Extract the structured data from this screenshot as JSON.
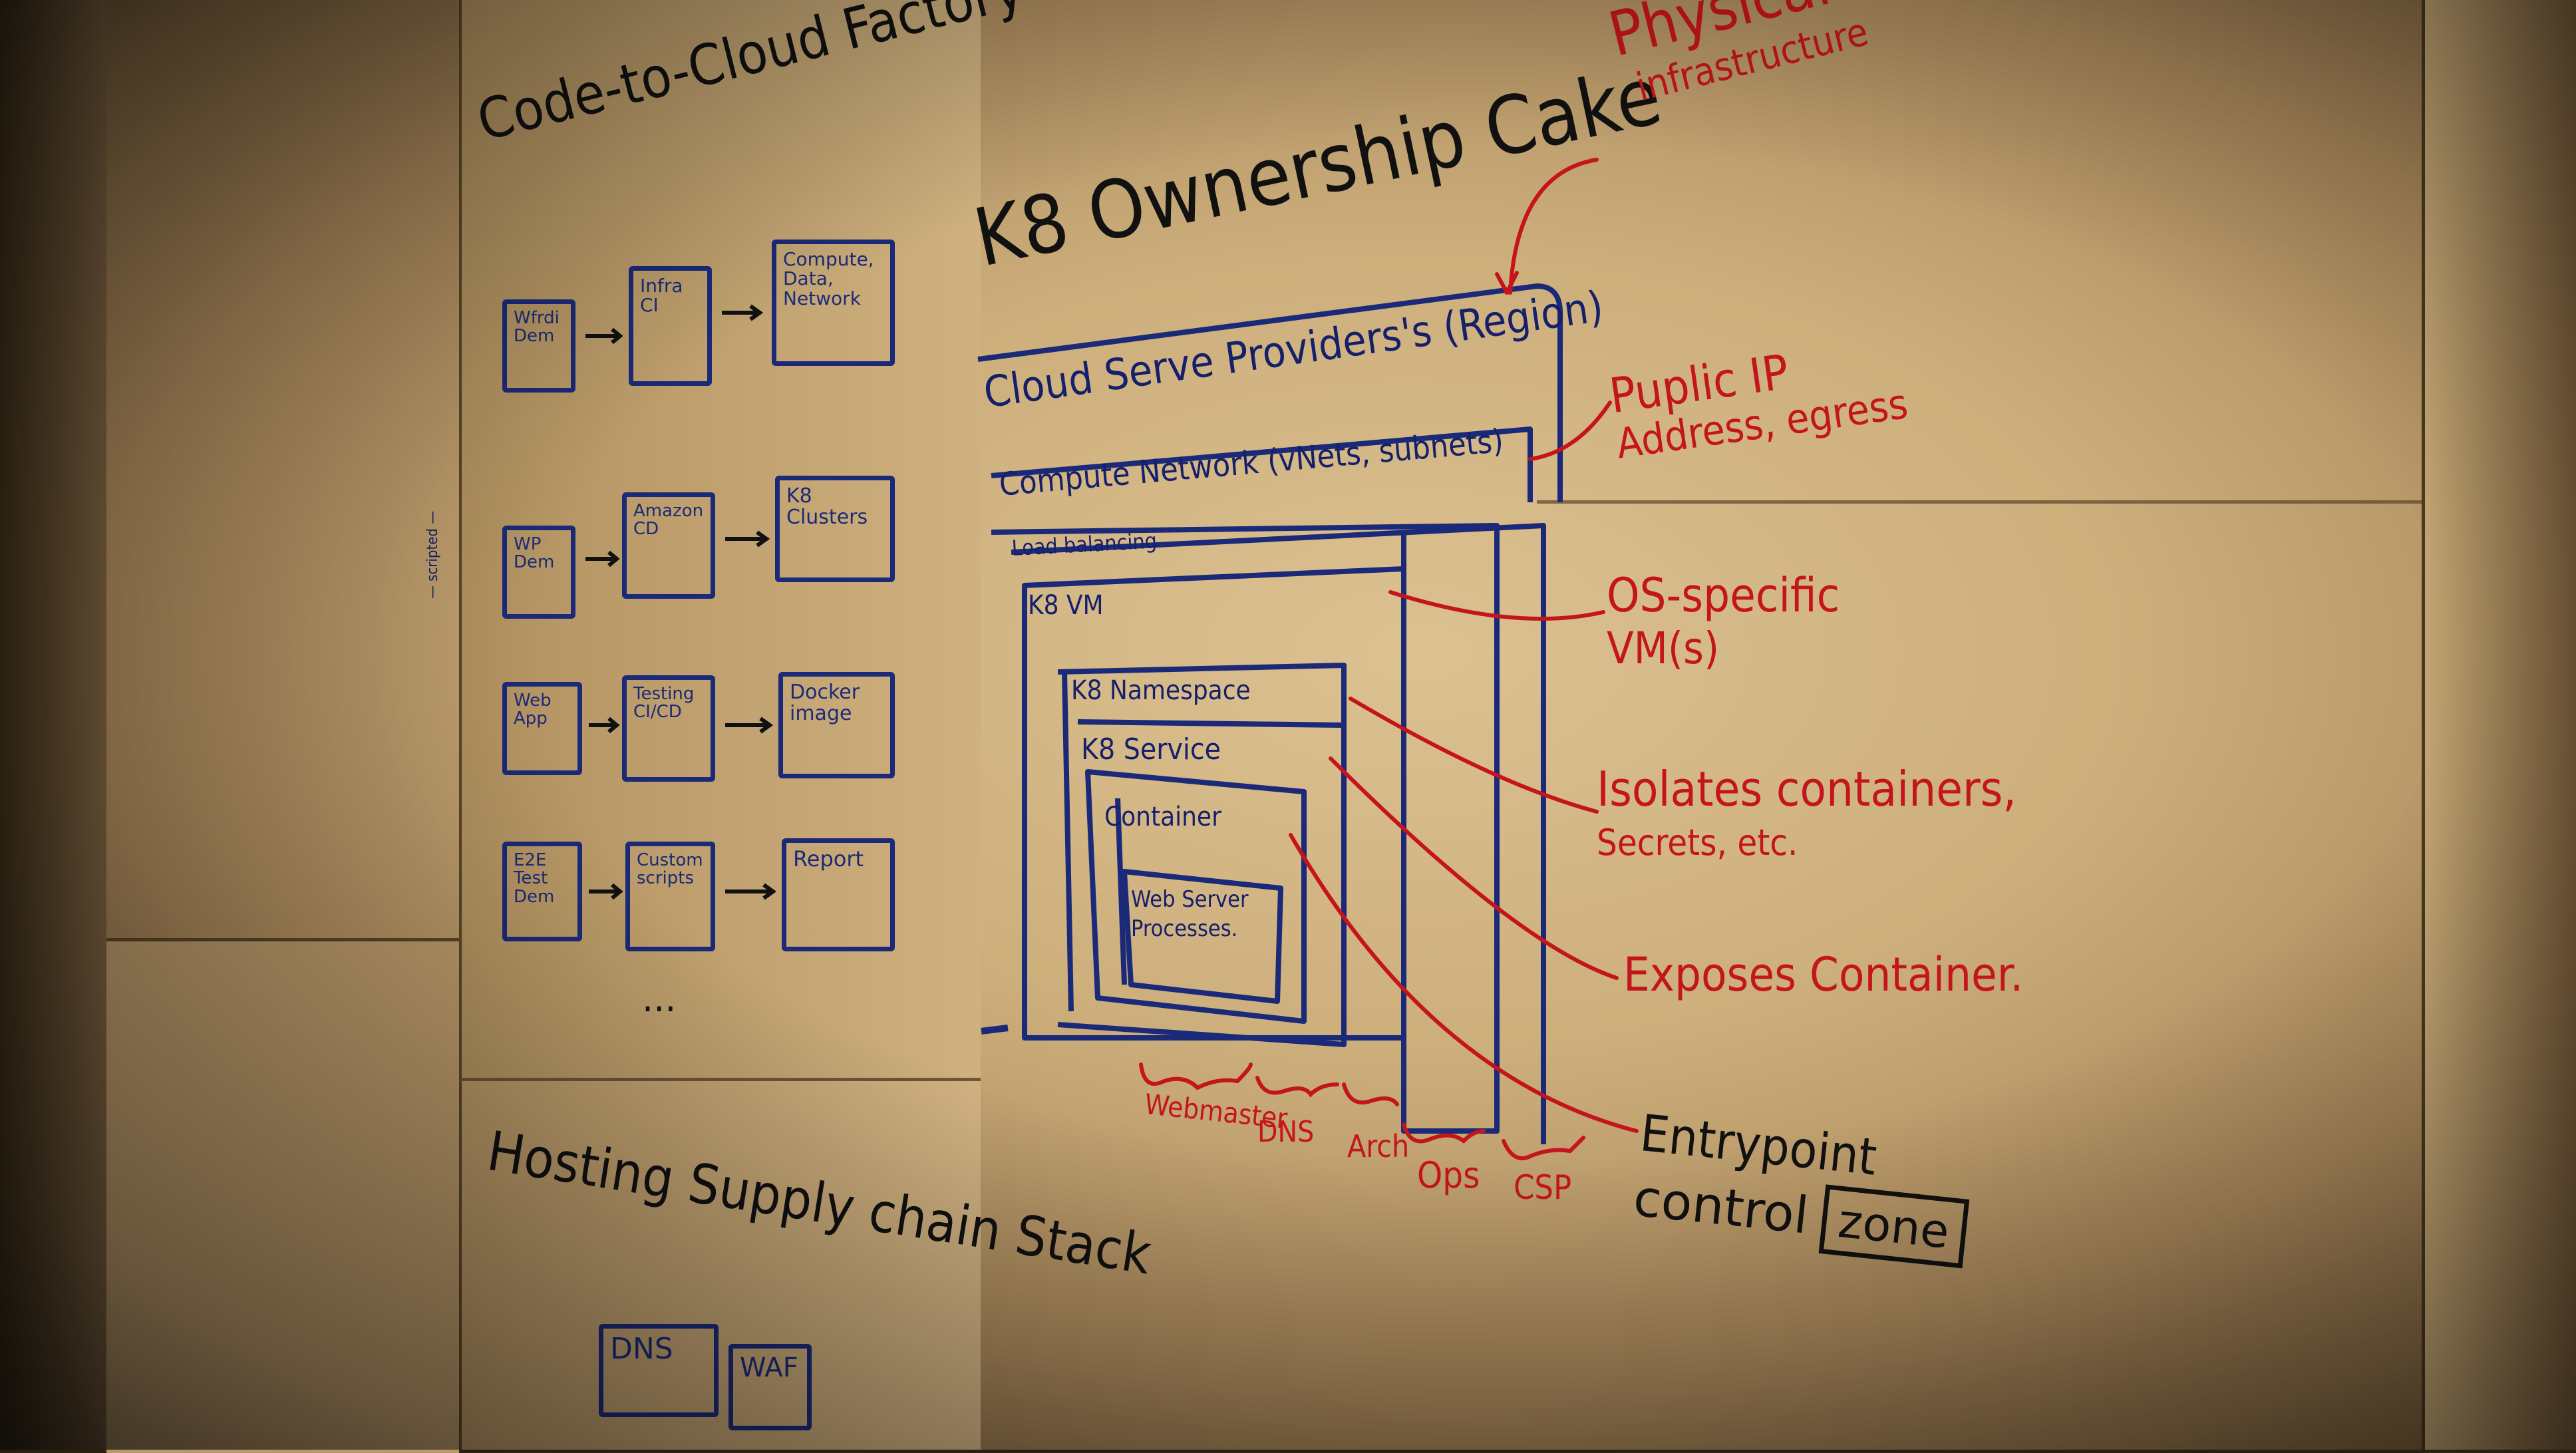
{
  "left_board": {
    "title": "Code-to-Cloud Factory",
    "rows": [
      [
        "Wfrdi Dem",
        "Infra CI",
        "Compute, Data, Network"
      ],
      [
        "WP Dem",
        "Amazon CD",
        "K8 Clusters"
      ],
      [
        "Web App",
        "Testing CI/CD",
        "Docker image"
      ],
      [
        "E2E Test Dem",
        "Custom scripts",
        "Report"
      ]
    ],
    "ellipsis": "...",
    "side_text": "— scripted —"
  },
  "bottom_board": {
    "title": "Hosting Supply chain Stack",
    "boxes": [
      "DNS",
      "WAF"
    ]
  },
  "main_board": {
    "title": "K8 Ownership Cake",
    "layers": [
      "Cloud Serve Providers's (Region)",
      "Compute Network (vNets, subnets)",
      "Load balancing",
      "K8 VM",
      "K8 Namespace",
      "K8 Service",
      "Container",
      "Web Server Processes."
    ],
    "annotations": [
      {
        "line1": "Physical Data",
        "line2": "infrastructure"
      },
      {
        "line1": "Puplic IP",
        "line2": "Address, egress"
      },
      {
        "line1": "OS-specific",
        "line2": "VM(s)"
      },
      {
        "line1": "Isolates containers,",
        "line2": "Secrets, etc."
      },
      {
        "line1": "Exposes Container.",
        "line2": ""
      }
    ],
    "entrypoint": {
      "line1": "Entrypoint",
      "line2": "control",
      "boxed": "zone"
    },
    "owners": [
      "Webmaster",
      "DNS",
      "Arch",
      "Ops",
      "CSP"
    ]
  },
  "colors": {
    "marker_blue": "#1b2a78",
    "marker_red": "#c4141c",
    "board": "#dcc191"
  }
}
